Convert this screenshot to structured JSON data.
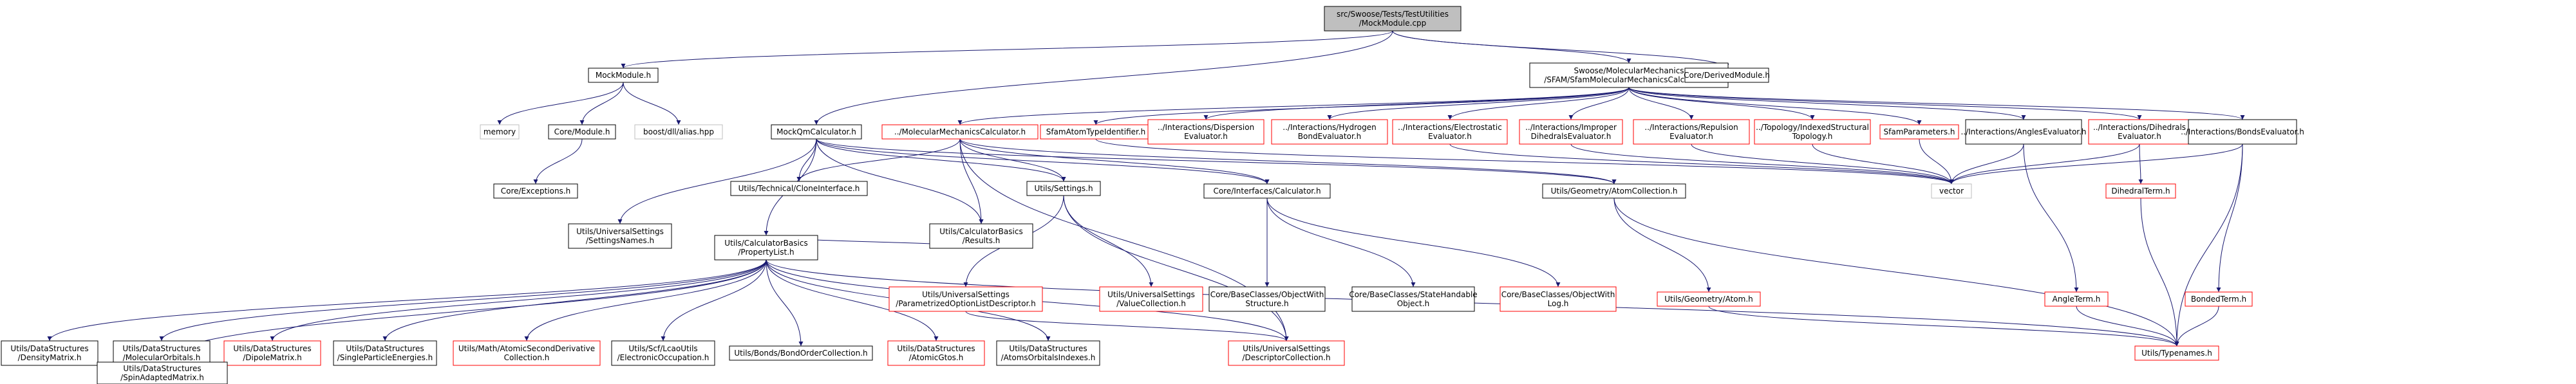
{
  "colors": {
    "edge": "#191970",
    "node_border_black": "#000000",
    "node_border_gray": "#bfbfbf",
    "node_border_red": "#ff0000",
    "root_fill": "#bfbfbf",
    "text": "#000000"
  },
  "nodes": [
    {
      "id": "root",
      "lines": [
        "src/Swoose/Tests/TestUtilities",
        "/MockModule.cpp"
      ],
      "kind": "root"
    },
    {
      "id": "mockmodule",
      "lines": [
        "MockModule.h"
      ],
      "kind": "normal"
    },
    {
      "id": "mockqm",
      "lines": [
        "MockQmCalculator.h"
      ],
      "kind": "normal"
    },
    {
      "id": "sfam",
      "lines": [
        "Swoose/MolecularMechanics",
        "/SFAM/SfamMolecularMechanicsCalculator.h"
      ],
      "kind": "normal"
    },
    {
      "id": "derived",
      "lines": [
        "Core/DerivedModule.h"
      ],
      "kind": "normal"
    },
    {
      "id": "memory",
      "lines": [
        "memory"
      ],
      "kind": "external"
    },
    {
      "id": "coremodule",
      "lines": [
        "Core/Module.h"
      ],
      "kind": "normal"
    },
    {
      "id": "alias",
      "lines": [
        "boost/dll/alias.hpp"
      ],
      "kind": "external"
    },
    {
      "id": "exceptions",
      "lines": [
        "Core/Exceptions.h"
      ],
      "kind": "normal"
    },
    {
      "id": "settingsnames",
      "lines": [
        "Utils/UniversalSettings",
        "/SettingsNames.h"
      ],
      "kind": "normal"
    },
    {
      "id": "cloneiface",
      "lines": [
        "Utils/Technical/CloneInterface.h"
      ],
      "kind": "normal"
    },
    {
      "id": "results",
      "lines": [
        "Utils/CalculatorBasics",
        "/Results.h"
      ],
      "kind": "normal"
    },
    {
      "id": "mmcalc",
      "lines": [
        "../MolecularMechanicsCalculator.h"
      ],
      "kind": "missing"
    },
    {
      "id": "sfamatomtype",
      "lines": [
        "SfamAtomTypeIdentifier.h"
      ],
      "kind": "missing"
    },
    {
      "id": "dispersion",
      "lines": [
        "../Interactions/Dispersion",
        "Evaluator.h"
      ],
      "kind": "missing"
    },
    {
      "id": "hbond",
      "lines": [
        "../Interactions/Hydrogen",
        "BondEvaluator.h"
      ],
      "kind": "missing"
    },
    {
      "id": "electrostatic",
      "lines": [
        "../Interactions/Electrostatic",
        "Evaluator.h"
      ],
      "kind": "missing"
    },
    {
      "id": "improper",
      "lines": [
        "../Interactions/Improper",
        "DihedralsEvaluator.h"
      ],
      "kind": "missing"
    },
    {
      "id": "repulsion",
      "lines": [
        "../Interactions/Repulsion",
        "Evaluator.h"
      ],
      "kind": "missing"
    },
    {
      "id": "topology",
      "lines": [
        "../Topology/IndexedStructural",
        "Topology.h"
      ],
      "kind": "missing"
    },
    {
      "id": "sfamparams",
      "lines": [
        "SfamParameters.h"
      ],
      "kind": "missing"
    },
    {
      "id": "angles",
      "lines": [
        "../Interactions/AnglesEvaluator.h"
      ],
      "kind": "normal"
    },
    {
      "id": "dihedrals",
      "lines": [
        "../Interactions/Dihedrals",
        "Evaluator.h"
      ],
      "kind": "missing"
    },
    {
      "id": "bonds",
      "lines": [
        "../Interactions/BondsEvaluator.h"
      ],
      "kind": "normal"
    },
    {
      "id": "settings",
      "lines": [
        "Utils/Settings.h"
      ],
      "kind": "normal"
    },
    {
      "id": "calculator",
      "lines": [
        "Core/Interfaces/Calculator.h"
      ],
      "kind": "normal"
    },
    {
      "id": "atomcoll",
      "lines": [
        "Utils/Geometry/AtomCollection.h"
      ],
      "kind": "normal"
    },
    {
      "id": "vector",
      "lines": [
        "vector"
      ],
      "kind": "external"
    },
    {
      "id": "dihedralterm",
      "lines": [
        "DihedralTerm.h"
      ],
      "kind": "missing"
    },
    {
      "id": "propertylist",
      "lines": [
        "Utils/CalculatorBasics",
        "/PropertyList.h"
      ],
      "kind": "normal"
    },
    {
      "id": "paramopt",
      "lines": [
        "Utils/UniversalSettings",
        "/ParametrizedOptionListDescriptor.h"
      ],
      "kind": "missing"
    },
    {
      "id": "valuecoll",
      "lines": [
        "Utils/UniversalSettings",
        "/ValueCollection.h"
      ],
      "kind": "missing"
    },
    {
      "id": "objstruct",
      "lines": [
        "Core/BaseClasses/ObjectWith",
        "Structure.h"
      ],
      "kind": "normal"
    },
    {
      "id": "statehandable",
      "lines": [
        "Core/BaseClasses/StateHandable",
        "Object.h"
      ],
      "kind": "normal"
    },
    {
      "id": "objlog",
      "lines": [
        "Core/BaseClasses/ObjectWith",
        "Log.h"
      ],
      "kind": "missing"
    },
    {
      "id": "atom",
      "lines": [
        "Utils/Geometry/Atom.h"
      ],
      "kind": "missing"
    },
    {
      "id": "angleterm",
      "lines": [
        "AngleTerm.h"
      ],
      "kind": "missing"
    },
    {
      "id": "bondedterm",
      "lines": [
        "BondedTerm.h"
      ],
      "kind": "missing"
    },
    {
      "id": "densitymatrix",
      "lines": [
        "Utils/DataStructures",
        "/DensityMatrix.h"
      ],
      "kind": "normal"
    },
    {
      "id": "molorbitals",
      "lines": [
        "Utils/DataStructures",
        "/MolecularOrbitals.h"
      ],
      "kind": "normal"
    },
    {
      "id": "dipole",
      "lines": [
        "Utils/DataStructures",
        "/DipoleMatrix.h"
      ],
      "kind": "missing"
    },
    {
      "id": "singleparticle",
      "lines": [
        "Utils/DataStructures",
        "/SingleParticleEnergies.h"
      ],
      "kind": "normal"
    },
    {
      "id": "atomicsecond",
      "lines": [
        "Utils/Math/AtomicSecondDerivative",
        "Collection.h"
      ],
      "kind": "missing"
    },
    {
      "id": "elecocc",
      "lines": [
        "Utils/Scf/LcaoUtils",
        "/ElectronicOccupation.h"
      ],
      "kind": "normal"
    },
    {
      "id": "bondorder",
      "lines": [
        "Utils/Bonds/BondOrderCollection.h"
      ],
      "kind": "normal"
    },
    {
      "id": "atomicgtos",
      "lines": [
        "Utils/DataStructures",
        "/AtomicGtos.h"
      ],
      "kind": "missing"
    },
    {
      "id": "aoindexes",
      "lines": [
        "Utils/DataStructures",
        "/AtomsOrbitalsIndexes.h"
      ],
      "kind": "normal"
    },
    {
      "id": "descriptorcoll",
      "lines": [
        "Utils/UniversalSettings",
        "/DescriptorCollection.h"
      ],
      "kind": "missing"
    },
    {
      "id": "typenames",
      "lines": [
        "Utils/Typenames.h"
      ],
      "kind": "missing"
    },
    {
      "id": "spinadapted",
      "lines": [
        "Utils/DataStructures",
        "/SpinAdaptedMatrix.h"
      ],
      "kind": "normal"
    }
  ],
  "edges": [
    [
      "root",
      "mockmodule"
    ],
    [
      "root",
      "mockqm"
    ],
    [
      "root",
      "sfam"
    ],
    [
      "root",
      "derived"
    ],
    [
      "mockmodule",
      "memory"
    ],
    [
      "mockmodule",
      "coremodule"
    ],
    [
      "mockmodule",
      "alias"
    ],
    [
      "coremodule",
      "exceptions"
    ],
    [
      "mockqm",
      "settingsnames"
    ],
    [
      "mockqm",
      "cloneiface"
    ],
    [
      "mockqm",
      "results"
    ],
    [
      "mockqm",
      "settings"
    ],
    [
      "mockqm",
      "calculator"
    ],
    [
      "mockqm",
      "atomcoll"
    ],
    [
      "mockqm",
      "propertylist"
    ],
    [
      "sfam",
      "mmcalc"
    ],
    [
      "sfam",
      "sfamatomtype"
    ],
    [
      "sfam",
      "dispersion"
    ],
    [
      "sfam",
      "hbond"
    ],
    [
      "sfam",
      "electrostatic"
    ],
    [
      "sfam",
      "improper"
    ],
    [
      "sfam",
      "repulsion"
    ],
    [
      "sfam",
      "topology"
    ],
    [
      "sfam",
      "sfamparams"
    ],
    [
      "sfam",
      "angles"
    ],
    [
      "sfam",
      "dihedrals"
    ],
    [
      "sfam",
      "bonds"
    ],
    [
      "mmcalc",
      "cloneiface"
    ],
    [
      "mmcalc",
      "results"
    ],
    [
      "mmcalc",
      "settings"
    ],
    [
      "mmcalc",
      "calculator"
    ],
    [
      "mmcalc",
      "atomcoll"
    ],
    [
      "mmcalc",
      "descriptorcoll"
    ],
    [
      "sfamatomtype",
      "vector"
    ],
    [
      "improper",
      "vector"
    ],
    [
      "repulsion",
      "vector"
    ],
    [
      "topology",
      "vector"
    ],
    [
      "sfamparams",
      "vector"
    ],
    [
      "electrostatic",
      "vector"
    ],
    [
      "angles",
      "vector"
    ],
    [
      "angles",
      "angleterm"
    ],
    [
      "dihedrals",
      "vector"
    ],
    [
      "dihedrals",
      "dihedralterm"
    ],
    [
      "bonds",
      "vector"
    ],
    [
      "bonds",
      "bondedterm"
    ],
    [
      "bonds",
      "typenames"
    ],
    [
      "results",
      "propertylist"
    ],
    [
      "settings",
      "paramopt"
    ],
    [
      "settings",
      "valuecoll"
    ],
    [
      "settings",
      "descriptorcoll"
    ],
    [
      "calculator",
      "objstruct"
    ],
    [
      "calculator",
      "statehandable"
    ],
    [
      "calculator",
      "objlog"
    ],
    [
      "atomcoll",
      "atom"
    ],
    [
      "atomcoll",
      "typenames"
    ],
    [
      "atom",
      "typenames"
    ],
    [
      "angleterm",
      "typenames"
    ],
    [
      "bondedterm",
      "typenames"
    ],
    [
      "dihedralterm",
      "typenames"
    ],
    [
      "propertylist",
      "densitymatrix"
    ],
    [
      "propertylist",
      "molorbitals"
    ],
    [
      "propertylist",
      "dipole"
    ],
    [
      "propertylist",
      "singleparticle"
    ],
    [
      "propertylist",
      "atomicsecond"
    ],
    [
      "propertylist",
      "elecocc"
    ],
    [
      "propertylist",
      "bondorder"
    ],
    [
      "propertylist",
      "atomicgtos"
    ],
    [
      "propertylist",
      "aoindexes"
    ],
    [
      "propertylist",
      "descriptorcoll"
    ],
    [
      "propertylist",
      "typenames"
    ],
    [
      "propertylist",
      "spinadapted"
    ],
    [
      "paramopt",
      "descriptorcoll"
    ],
    [
      "densitymatrix",
      "spinadapted"
    ],
    [
      "molorbitals",
      "spinadapted"
    ]
  ]
}
